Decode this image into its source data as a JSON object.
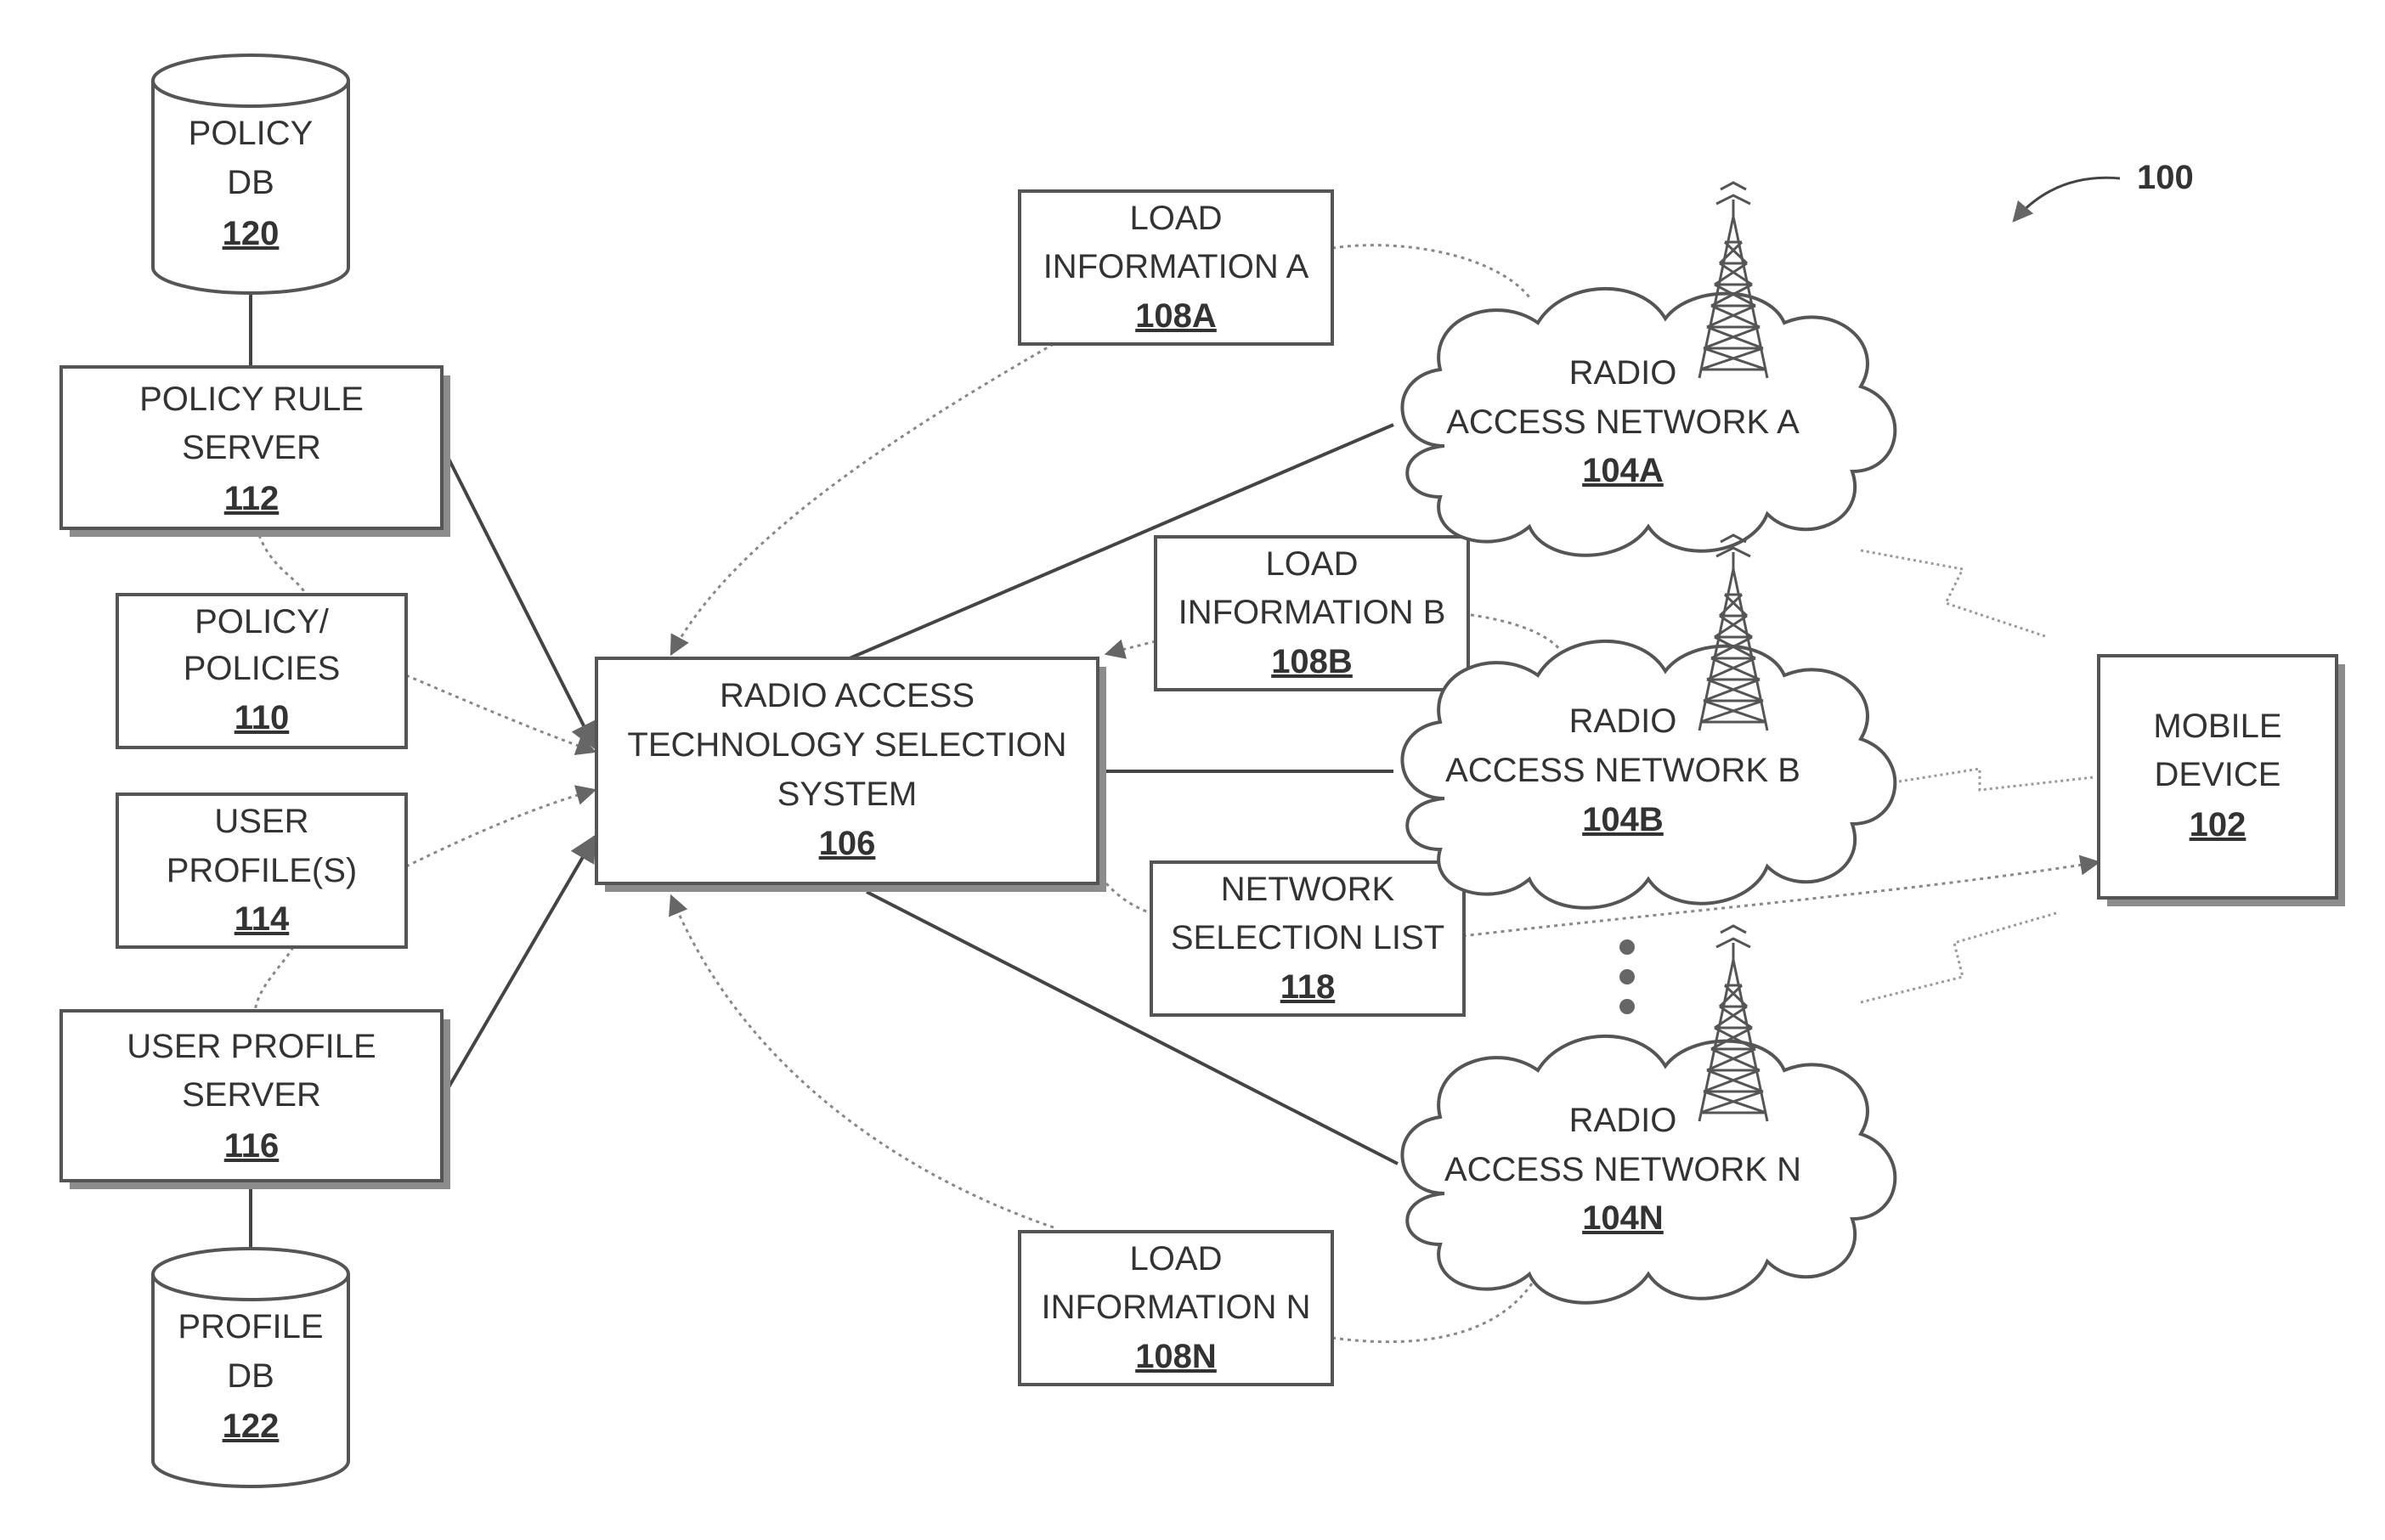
{
  "figure_ref": "100",
  "nodes": {
    "policy_db": {
      "lines": [
        "POLICY",
        "DB"
      ],
      "ref": "120"
    },
    "policy_rule_server": {
      "lines": [
        "POLICY RULE",
        "SERVER"
      ],
      "ref": "112"
    },
    "policies": {
      "lines": [
        "POLICY/",
        "POLICIES"
      ],
      "ref": "110"
    },
    "user_profiles": {
      "lines": [
        "USER",
        "PROFILE(S)"
      ],
      "ref": "114"
    },
    "user_profile_server": {
      "lines": [
        "USER PROFILE",
        "SERVER"
      ],
      "ref": "116"
    },
    "profile_db": {
      "lines": [
        "PROFILE",
        "DB"
      ],
      "ref": "122"
    },
    "rat_selection": {
      "lines": [
        "RADIO ACCESS",
        "TECHNOLOGY SELECTION",
        "SYSTEM"
      ],
      "ref": "106"
    },
    "load_a": {
      "lines": [
        "LOAD",
        "INFORMATION A"
      ],
      "ref": "108A"
    },
    "load_b": {
      "lines": [
        "LOAD",
        "INFORMATION B"
      ],
      "ref": "108B"
    },
    "network_selection_list": {
      "lines": [
        "NETWORK",
        "SELECTION LIST"
      ],
      "ref": "118"
    },
    "load_n": {
      "lines": [
        "LOAD",
        "INFORMATION N"
      ],
      "ref": "108N"
    },
    "ran_a": {
      "lines": [
        "RADIO",
        "ACCESS NETWORK A"
      ],
      "ref": "104A"
    },
    "ran_b": {
      "lines": [
        "RADIO",
        "ACCESS NETWORK B"
      ],
      "ref": "104B"
    },
    "ran_n": {
      "lines": [
        "RADIO",
        "ACCESS NETWORK N"
      ],
      "ref": "104N"
    },
    "mobile_device": {
      "lines": [
        "MOBILE",
        "DEVICE"
      ],
      "ref": "102"
    }
  },
  "edges": [
    {
      "from": "policy_db",
      "to": "policy_rule_server",
      "style": "solid"
    },
    {
      "from": "profile_db",
      "to": "user_profile_server",
      "style": "solid"
    },
    {
      "from": "policy_rule_server",
      "to": "rat_selection",
      "style": "solid-arrow"
    },
    {
      "from": "user_profile_server",
      "to": "rat_selection",
      "style": "solid-arrow"
    },
    {
      "from": "policies",
      "to": "rat_selection",
      "style": "dashed-arrow"
    },
    {
      "from": "user_profiles",
      "to": "rat_selection",
      "style": "dashed-arrow"
    },
    {
      "from": "rat_selection",
      "to": "ran_a",
      "style": "solid"
    },
    {
      "from": "rat_selection",
      "to": "ran_b",
      "style": "solid"
    },
    {
      "from": "rat_selection",
      "to": "ran_n",
      "style": "solid"
    },
    {
      "from": "load_a",
      "to": "rat_selection",
      "style": "dashed-arrow"
    },
    {
      "from": "load_b",
      "to": "rat_selection",
      "style": "dashed-arrow"
    },
    {
      "from": "load_n",
      "to": "rat_selection",
      "style": "dashed-arrow"
    },
    {
      "from": "network_selection_list",
      "to": "mobile_device",
      "style": "dashed-arrow"
    },
    {
      "from": "ran_a",
      "to": "mobile_device",
      "style": "wireless"
    },
    {
      "from": "ran_b",
      "to": "mobile_device",
      "style": "wireless"
    },
    {
      "from": "ran_n",
      "to": "mobile_device",
      "style": "wireless"
    }
  ]
}
